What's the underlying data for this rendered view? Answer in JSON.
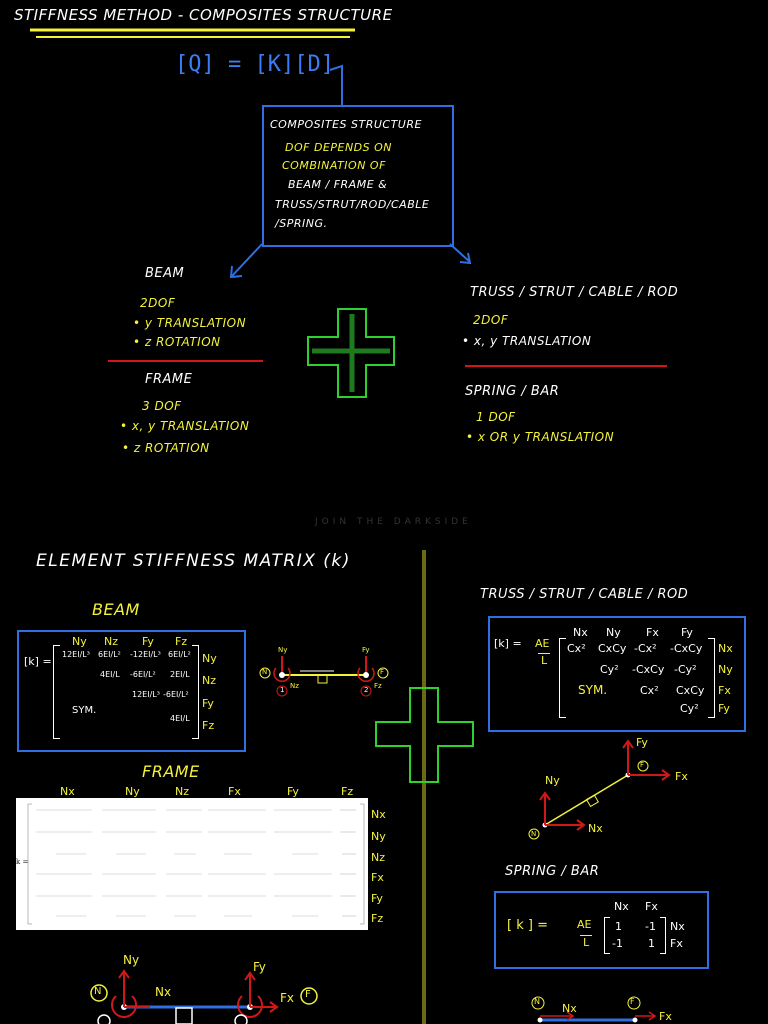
{
  "title": "STIFFNESS METHOD - COMPOSITES STRUCTURE",
  "equation": "[Q] = [K][D]",
  "info_box": {
    "heading": "COMPOSITES STRUCTURE",
    "line1": "DOF DEPENDS ON",
    "line2": "COMBINATION OF",
    "line3": "BEAM / FRAME &",
    "line4": "TRUSS/STRUT/ROD/CABLE",
    "line5": "/SPRING."
  },
  "beam": {
    "title": "BEAM",
    "dof": "2DOF",
    "item1": "• y TRANSLATION",
    "item2": "• z ROTATION"
  },
  "frame": {
    "title": "FRAME",
    "dof": "3 DOF",
    "item1": "• x, y TRANSLATION",
    "item2": "• z ROTATION"
  },
  "truss": {
    "title": "TRUSS / STRUT / CABLE / ROD",
    "dof": "2DOF",
    "item1": "• x, y TRANSLATION"
  },
  "spring": {
    "title": "SPRING / BAR",
    "dof": "1 DOF",
    "item1": "• x OR y TRANSLATION"
  },
  "watermark": "JOIN THE DARKSIDE",
  "section2_title": "ELEMENT STIFFNESS MATRIX (k)",
  "beam2": {
    "title": "BEAM",
    "k_label": "[k] =",
    "cols": [
      "Ny",
      "Nz",
      "Fy",
      "Fz"
    ],
    "rows": [
      "Ny",
      "Nz",
      "Fy",
      "Fz"
    ],
    "r1": [
      "12EI/L³",
      "6EI/L²",
      "-12EI/L³",
      "6EI/L²"
    ],
    "r2": [
      "4EI/L",
      "-6EI/L²",
      "2EI/L"
    ],
    "r3": [
      "12EI/L³",
      "-6EI/L²"
    ],
    "r4": [
      "4EI/L"
    ],
    "sym": "SYM.",
    "diag": {
      "n": "N",
      "f": "F",
      "one": "1",
      "two": "2",
      "ny": "Ny",
      "nz": "Nz",
      "fy": "Fy",
      "fz": "Fz"
    }
  },
  "truss2": {
    "title": "TRUSS / STRUT / CABLE / ROD",
    "k_label": "[k] =",
    "factor_num": "AE",
    "factor_den": "L",
    "cols": [
      "Nx",
      "Ny",
      "Fx",
      "Fy"
    ],
    "rows": [
      "Nx",
      "Ny",
      "Fx",
      "Fy"
    ],
    "r1": [
      "Cx²",
      "CxCy",
      "-Cx²",
      "-CxCy"
    ],
    "r2": [
      "Cy²",
      "-CxCy",
      "-Cy²"
    ],
    "r3": [
      "Cx²",
      "CxCy"
    ],
    "r4": [
      "Cy²"
    ],
    "sym": "SYM.",
    "diag": {
      "fy": "Fy",
      "f": "F",
      "fx": "Fx",
      "ny": "Ny",
      "n": "N",
      "nx": "Nx"
    }
  },
  "frame2": {
    "title": "FRAME",
    "k_label": "k =",
    "cols": [
      "Nx",
      "Ny",
      "Nz",
      "Fx",
      "Fy",
      "Fz"
    ],
    "rows": [
      "Nx",
      "Ny",
      "Nz",
      "Fx",
      "Fy",
      "Fz"
    ],
    "diag": {
      "ny": "Ny",
      "nx": "Nx",
      "n": "N",
      "fy": "Fy",
      "fx": "Fx",
      "f": "F"
    }
  },
  "spring2": {
    "title": "SPRING / BAR",
    "k_label": "[ k ] =",
    "factor_num": "AE",
    "factor_den": "L",
    "cols": [
      "Nx",
      "Fx"
    ],
    "rows": [
      "Nx",
      "Fx"
    ],
    "r1": [
      "1",
      "-1"
    ],
    "r2": [
      "-1",
      "1"
    ],
    "diag": {
      "n": "N",
      "nx": "Nx",
      "f": "F",
      "fx": "Fx"
    }
  },
  "colors": {
    "yellow": "#f4f23a",
    "blue": "#2f6fe0",
    "red": "#d01818",
    "green": "#2ed12e",
    "olive": "#6b6b16"
  }
}
